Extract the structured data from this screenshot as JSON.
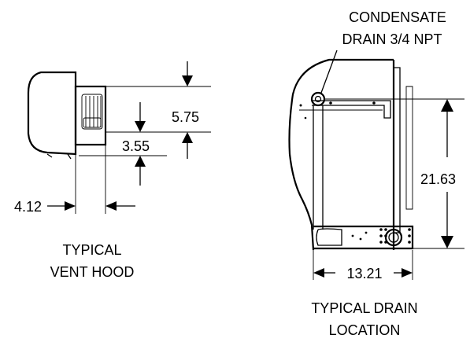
{
  "vent_hood": {
    "dimensions": {
      "height_overall": "5.75",
      "height_opening": "3.55",
      "depth": "4.12"
    },
    "caption_line1": "TYPICAL",
    "caption_line2": "VENT HOOD"
  },
  "drain": {
    "callout_line1": "CONDENSATE",
    "callout_line2": "DRAIN 3/4 NPT",
    "dimensions": {
      "height": "21.63",
      "width": "13.21"
    },
    "caption_line1": "TYPICAL DRAIN",
    "caption_line2": "LOCATION"
  }
}
